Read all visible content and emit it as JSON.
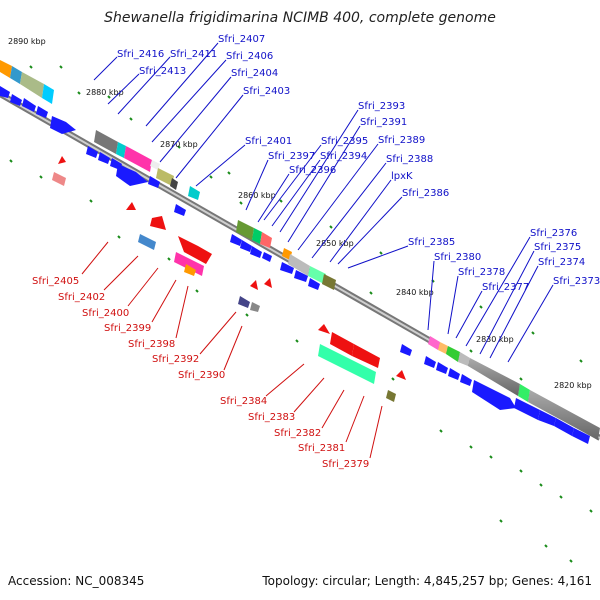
{
  "title": "Shewanella frigidimarina NCIMB 400, complete genome",
  "footer": {
    "accession": "Accession: NC_008345",
    "summary": "Topology: circular; Length: 4,845,257 bp; Genes: 4,161"
  },
  "kbp_ticks": [
    "2890 kbp",
    "2880 kbp",
    "2870 kbp",
    "2860 kbp",
    "2850 kbp",
    "2840 kbp",
    "2830 kbp",
    "2820 kbp"
  ],
  "upper_labels": [
    "Sfri_2416",
    "Sfri_2411",
    "Sfri_2407",
    "Sfri_2413",
    "Sfri_2406",
    "Sfri_2404",
    "Sfri_2403",
    "Sfri_2401",
    "Sfri_2397",
    "Sfri_2395",
    "Sfri_2394",
    "Sfri_2396",
    "Sfri_2393",
    "Sfri_2391",
    "Sfri_2389",
    "Sfri_2388",
    "lpxK",
    "Sfri_2386",
    "Sfri_2385",
    "Sfri_2380",
    "Sfri_2378",
    "Sfri_2377",
    "Sfri_2376",
    "Sfri_2375",
    "Sfri_2374",
    "Sfri_2373"
  ],
  "lower_labels": [
    "Sfri_2405",
    "Sfri_2402",
    "Sfri_2400",
    "Sfri_2399",
    "Sfri_2398",
    "Sfri_2392",
    "Sfri_2390",
    "Sfri_2384",
    "Sfri_2383",
    "Sfri_2382",
    "Sfri_2381",
    "Sfri_2379"
  ],
  "colors": {
    "forward_strand": "#1a1aff",
    "reverse_strand": "#ee1111",
    "backbone": "#8c8c8c",
    "gc_tick": "#1a8c1a",
    "upper_label": "#1010c8",
    "lower_label": "#d01010"
  }
}
